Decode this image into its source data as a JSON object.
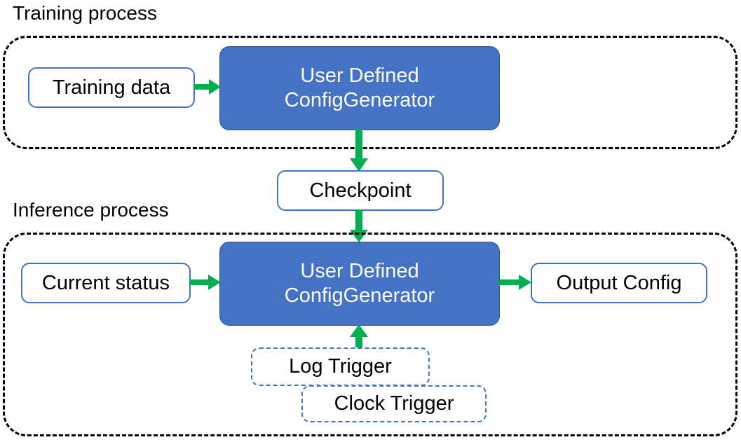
{
  "diagram": {
    "title_training": "Training process",
    "title_inference": "Inference process",
    "colors": {
      "primary_fill": "#4472C4",
      "primary_stroke": "#2F528F",
      "node_outline": "#4472C4",
      "group_outline": "#000000",
      "arrow": "#00B050",
      "text_dark": "#000000",
      "text_light": "#FFFFFF",
      "background": "#FFFFFF"
    }
  },
  "training": {
    "group_label": "Training process",
    "input_node": "Training data",
    "process_node_line1": "User Defined",
    "process_node_line2": "ConfigGenerator"
  },
  "checkpoint": {
    "label": "Checkpoint"
  },
  "inference": {
    "group_label": "Inference process",
    "input_node": "Current status",
    "process_node_line1": "User Defined",
    "process_node_line2": "ConfigGenerator",
    "output_node": "Output Config",
    "triggers": [
      {
        "label": "Log Trigger"
      },
      {
        "label": "Clock Trigger"
      }
    ]
  },
  "arrows": [
    {
      "name": "training-data-to-generator",
      "from": "Training data",
      "to": "User Defined ConfigGenerator",
      "direction": "right"
    },
    {
      "name": "generator-to-checkpoint",
      "from": "User Defined ConfigGenerator",
      "to": "Checkpoint",
      "direction": "down"
    },
    {
      "name": "checkpoint-to-generator",
      "from": "Checkpoint",
      "to": "User Defined ConfigGenerator",
      "direction": "down"
    },
    {
      "name": "status-to-generator",
      "from": "Current status",
      "to": "User Defined ConfigGenerator",
      "direction": "right"
    },
    {
      "name": "generator-to-output",
      "from": "User Defined ConfigGenerator",
      "to": "Output Config",
      "direction": "right"
    },
    {
      "name": "triggers-to-generator",
      "from": "Log Trigger / Clock Trigger",
      "to": "User Defined ConfigGenerator",
      "direction": "up"
    }
  ]
}
